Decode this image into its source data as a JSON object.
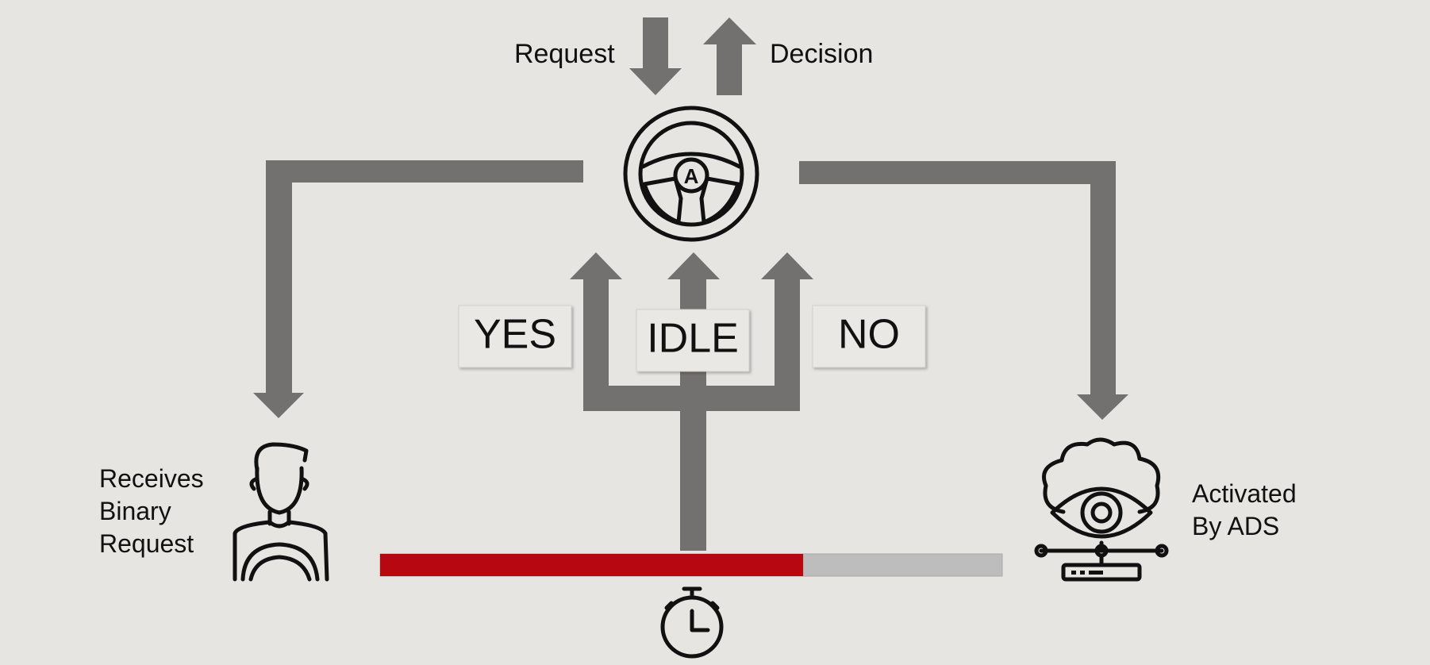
{
  "top": {
    "request_label": "Request",
    "decision_label": "Decision"
  },
  "options": {
    "yes_label": "YES",
    "idle_label": "IDLE",
    "no_label": "NO"
  },
  "driver": {
    "label_lines": [
      "Receives",
      "Binary",
      "Request"
    ]
  },
  "ads": {
    "label_lines": [
      "Activated",
      "By ADS"
    ]
  },
  "timer": {
    "elapsed_fraction": 0.68,
    "fill_color": "#b70711",
    "track_color": "#bdbdbd"
  },
  "wheel": {
    "badge_letter": "A"
  },
  "colors": {
    "arrow": "#737070",
    "background": "#e6e5e2",
    "label_box": "#e9e8e5"
  },
  "icons": {
    "wheel": "steering-wheel-icon",
    "driver": "driver-icon",
    "ads": "cloud-eye-network-icon",
    "timer": "stopwatch-icon"
  }
}
